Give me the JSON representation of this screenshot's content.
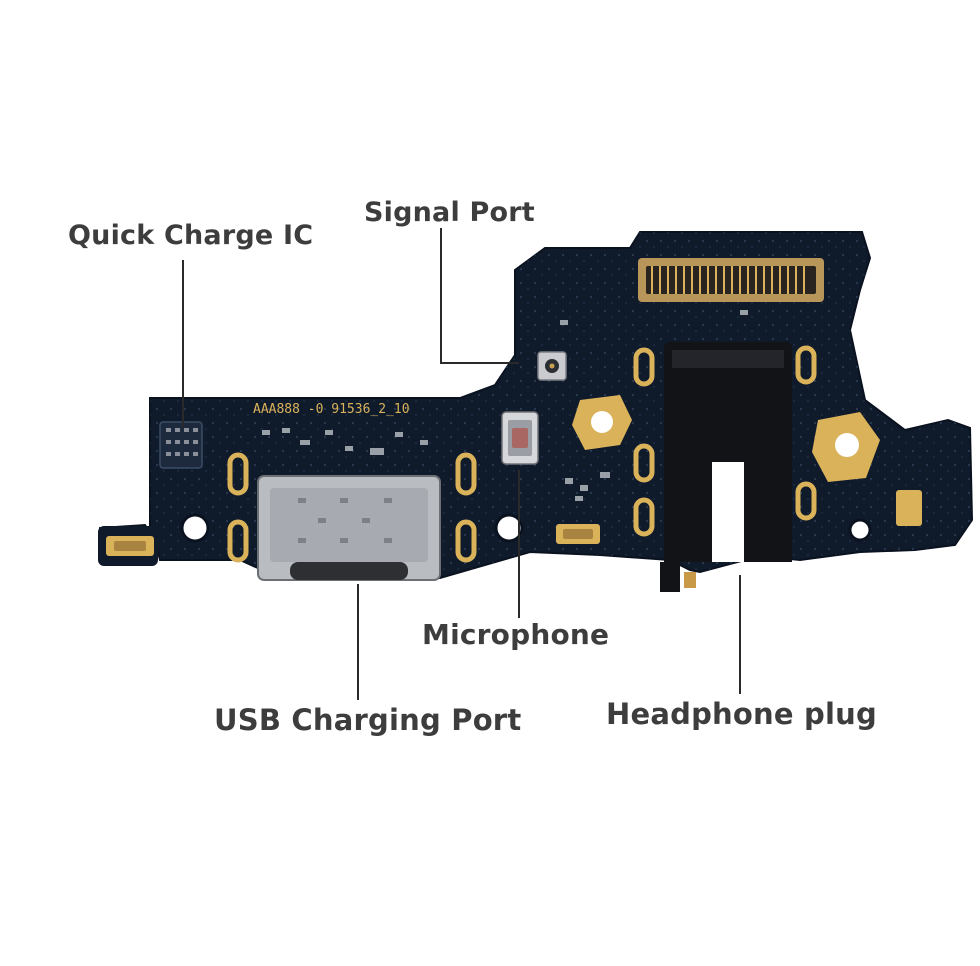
{
  "colors": {
    "background": "#ffffff",
    "board": "#0f1a2b",
    "gold": "#d9b25a",
    "label_text": "#3d3d3d",
    "pointer_line": "#2a2a2a"
  },
  "board": {
    "silkscreen": "AAA888 -0 91536_2_10"
  },
  "labels": {
    "quick_charge_ic": "Quick Charge IC",
    "signal_port": "Signal Port",
    "microphone": "Microphone",
    "usb_charging_port": "USB Charging Port",
    "headphone_plug": "Headphone plug"
  }
}
